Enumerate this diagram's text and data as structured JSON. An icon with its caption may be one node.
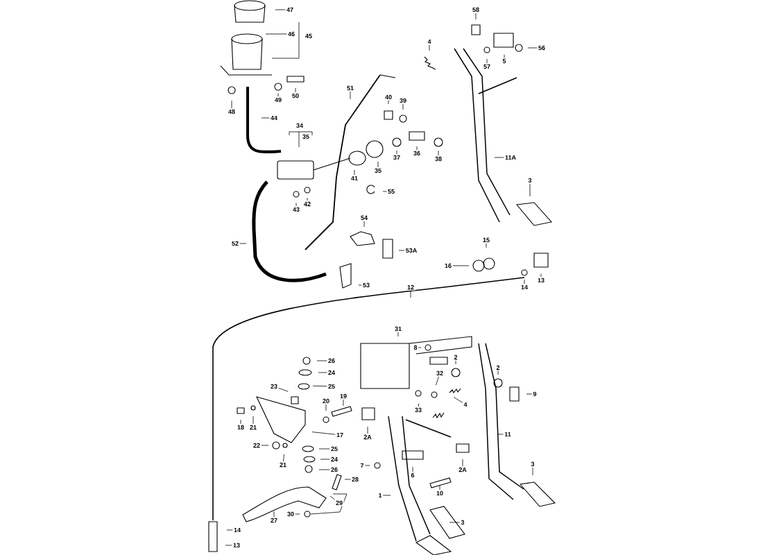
{
  "diagram": {
    "nodes": [
      {
        "text": [
          "47"
        ]
      },
      {
        "text": [
          "46"
        ]
      },
      {
        "text": [
          "45"
        ]
      },
      {
        "text": [
          "48"
        ]
      },
      {
        "text": [
          "49"
        ]
      },
      {
        "text": [
          "50"
        ]
      },
      {
        "text": [
          "44"
        ]
      },
      {
        "text": [
          "34"
        ]
      },
      {
        "text": [
          "35"
        ]
      },
      {
        "text": [
          "51"
        ]
      },
      {
        "text": [
          "40"
        ]
      },
      {
        "text": [
          "39"
        ]
      },
      {
        "text": [
          "41"
        ]
      },
      {
        "text": [
          "35"
        ]
      },
      {
        "text": [
          "37"
        ]
      },
      {
        "text": [
          "36"
        ]
      },
      {
        "text": [
          "38"
        ]
      },
      {
        "text": [
          "43"
        ]
      },
      {
        "text": [
          "42"
        ]
      },
      {
        "text": [
          "55"
        ]
      },
      {
        "text": [
          "54"
        ]
      },
      {
        "text": [
          "53A"
        ]
      },
      {
        "text": [
          "53"
        ]
      },
      {
        "text": [
          "52"
        ]
      },
      {
        "text": [
          "58"
        ]
      },
      {
        "text": [
          "4"
        ]
      },
      {
        "text": [
          "57"
        ]
      },
      {
        "text": [
          "5"
        ]
      },
      {
        "text": [
          "56"
        ]
      },
      {
        "text": [
          "11A"
        ]
      },
      {
        "text": [
          "3"
        ]
      },
      {
        "text": [
          "15"
        ]
      },
      {
        "text": [
          "16"
        ]
      },
      {
        "text": [
          "14"
        ]
      },
      {
        "text": [
          "13"
        ]
      },
      {
        "text": [
          "12"
        ]
      },
      {
        "text": [
          "31"
        ]
      },
      {
        "text": [
          "8"
        ]
      },
      {
        "text": [
          "2"
        ]
      },
      {
        "text": [
          "2"
        ]
      },
      {
        "text": [
          "9"
        ]
      },
      {
        "text": [
          "32"
        ]
      },
      {
        "text": [
          "33"
        ]
      },
      {
        "text": [
          "4"
        ]
      },
      {
        "text": [
          "26"
        ]
      },
      {
        "text": [
          "24"
        ]
      },
      {
        "text": [
          "25"
        ]
      },
      {
        "text": [
          "23"
        ]
      },
      {
        "text": [
          "20"
        ]
      },
      {
        "text": [
          "19"
        ]
      },
      {
        "text": [
          "18"
        ]
      },
      {
        "text": [
          "21"
        ]
      },
      {
        "text": [
          "17"
        ]
      },
      {
        "text": [
          "22"
        ]
      },
      {
        "text": [
          "21"
        ]
      },
      {
        "text": [
          "25"
        ]
      },
      {
        "text": [
          "24"
        ]
      },
      {
        "text": [
          "26"
        ]
      },
      {
        "text": [
          "28"
        ]
      },
      {
        "text": [
          "29"
        ]
      },
      {
        "text": [
          "27"
        ]
      },
      {
        "text": [
          "30"
        ]
      },
      {
        "text": [
          "2A"
        ]
      },
      {
        "text": [
          "2A"
        ]
      },
      {
        "text": [
          "11"
        ]
      },
      {
        "text": [
          "7"
        ]
      },
      {
        "text": [
          "6"
        ]
      },
      {
        "text": [
          "10"
        ]
      },
      {
        "text": [
          "1"
        ]
      },
      {
        "text": [
          "3"
        ]
      },
      {
        "text": [
          "3"
        ]
      },
      {
        "text": [
          "14"
        ]
      },
      {
        "text": [
          "13"
        ]
      }
    ],
    "edges": [
      {
        "from": 0,
        "to": null,
        "arrow": "none"
      },
      {
        "from": 1,
        "to": null,
        "arrow": "none"
      },
      {
        "from": 3,
        "to": null,
        "arrow": "none"
      },
      {
        "from": 4,
        "to": null,
        "arrow": "none"
      },
      {
        "from": 5,
        "to": null,
        "arrow": "none"
      },
      {
        "from": 6,
        "to": null,
        "arrow": "none"
      },
      {
        "from": 9,
        "to": null,
        "arrow": "none"
      },
      {
        "from": 10,
        "to": null,
        "arrow": "none"
      },
      {
        "from": 11,
        "to": null,
        "arrow": "none"
      },
      {
        "from": 12,
        "to": null,
        "arrow": "none"
      },
      {
        "from": 13,
        "to": null,
        "arrow": "none"
      },
      {
        "from": 14,
        "to": null,
        "arrow": "none"
      },
      {
        "from": 15,
        "to": null,
        "arrow": "none"
      },
      {
        "from": 16,
        "to": null,
        "arrow": "none"
      },
      {
        "from": 17,
        "to": null,
        "arrow": "none"
      },
      {
        "from": 18,
        "to": null,
        "arrow": "none"
      },
      {
        "from": 19,
        "to": null,
        "arrow": "none"
      },
      {
        "from": 20,
        "to": null,
        "arrow": "none"
      },
      {
        "from": 21,
        "to": null,
        "arrow": "none"
      },
      {
        "from": 22,
        "to": null,
        "arrow": "none"
      },
      {
        "from": 23,
        "to": null,
        "arrow": "none"
      },
      {
        "from": 24,
        "to": null,
        "arrow": "none"
      },
      {
        "from": 25,
        "to": null,
        "arrow": "none"
      },
      {
        "from": 26,
        "to": null,
        "arrow": "none"
      },
      {
        "from": 27,
        "to": null,
        "arrow": "none"
      },
      {
        "from": 28,
        "to": null,
        "arrow": "none"
      },
      {
        "from": 29,
        "to": null,
        "arrow": "none"
      },
      {
        "from": 30,
        "to": null,
        "arrow": "none"
      },
      {
        "from": 31,
        "to": null,
        "arrow": "none"
      },
      {
        "from": 32,
        "to": null,
        "arrow": "none"
      },
      {
        "from": 33,
        "to": null,
        "arrow": "none"
      },
      {
        "from": 34,
        "to": null,
        "arrow": "none"
      },
      {
        "from": 35,
        "to": null,
        "arrow": "none"
      },
      {
        "from": 36,
        "to": null,
        "arrow": "none"
      },
      {
        "from": 37,
        "to": null,
        "arrow": "none"
      },
      {
        "from": 38,
        "to": null,
        "arrow": "none"
      },
      {
        "from": 39,
        "to": null,
        "arrow": "none"
      },
      {
        "from": 40,
        "to": null,
        "arrow": "none"
      },
      {
        "from": 41,
        "to": null,
        "arrow": "none"
      },
      {
        "from": 42,
        "to": null,
        "arrow": "none"
      },
      {
        "from": 43,
        "to": null,
        "arrow": "none"
      },
      {
        "from": 44,
        "to": null,
        "arrow": "none"
      },
      {
        "from": 45,
        "to": null,
        "arrow": "none"
      },
      {
        "from": 46,
        "to": null,
        "arrow": "none"
      },
      {
        "from": 47,
        "to": null,
        "arrow": "none"
      },
      {
        "from": 48,
        "to": null,
        "arrow": "none"
      },
      {
        "from": 49,
        "to": null,
        "arrow": "none"
      },
      {
        "from": 50,
        "to": null,
        "arrow": "none"
      },
      {
        "from": 51,
        "to": null,
        "arrow": "none"
      },
      {
        "from": 52,
        "to": null,
        "arrow": "none"
      },
      {
        "from": 53,
        "to": null,
        "arrow": "none"
      },
      {
        "from": 54,
        "to": null,
        "arrow": "none"
      },
      {
        "from": 55,
        "to": null,
        "arrow": "none"
      },
      {
        "from": 56,
        "to": null,
        "arrow": "none"
      },
      {
        "from": 57,
        "to": null,
        "arrow": "none"
      },
      {
        "from": 58,
        "to": null,
        "arrow": "none"
      },
      {
        "from": 59,
        "to": null,
        "arrow": "none"
      },
      {
        "from": 60,
        "to": null,
        "arrow": "none"
      },
      {
        "from": 61,
        "to": null,
        "arrow": "none"
      },
      {
        "from": 62,
        "to": null,
        "arrow": "none"
      },
      {
        "from": 63,
        "to": null,
        "arrow": "none"
      },
      {
        "from": 64,
        "to": null,
        "arrow": "none"
      },
      {
        "from": 65,
        "to": null,
        "arrow": "none"
      },
      {
        "from": 66,
        "to": null,
        "arrow": "none"
      },
      {
        "from": 67,
        "to": null,
        "arrow": "none"
      },
      {
        "from": 68,
        "to": null,
        "arrow": "none"
      },
      {
        "from": 69,
        "to": null,
        "arrow": "none"
      },
      {
        "from": 70,
        "to": null,
        "arrow": "none"
      },
      {
        "from": 71,
        "to": null,
        "arrow": "none"
      },
      {
        "from": 72,
        "to": null,
        "arrow": "none"
      }
    ]
  }
}
